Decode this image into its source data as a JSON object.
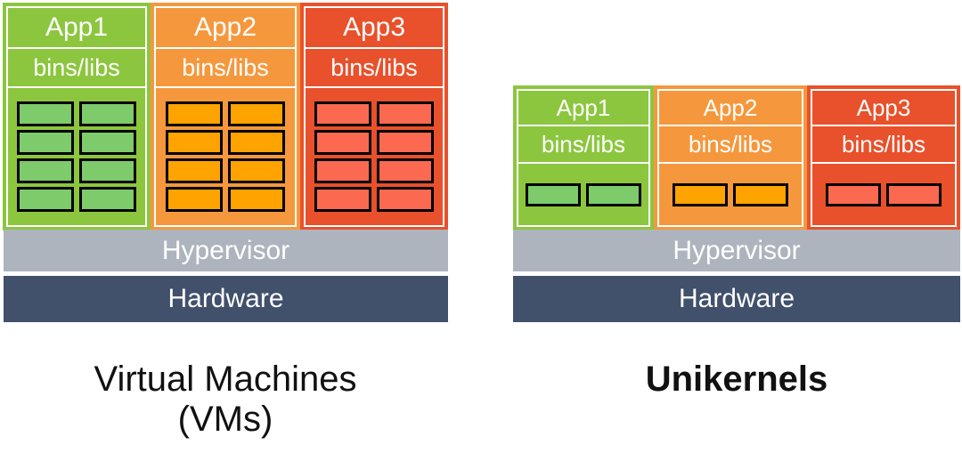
{
  "diagram": {
    "title_hidden": "",
    "colors": {
      "green_outer": "#8CC63F",
      "green_inner": "#7DCB6B",
      "orange_outer": "#F5983D",
      "orange_inner": "#FFA300",
      "red_outer": "#E8512B",
      "red_inner": "#FB6951",
      "hypervisor": "#AEB4BD",
      "hardware": "#41506B",
      "band_divider": "#FFFFFF",
      "cell_border": "#000000",
      "caption_text": "#111111"
    }
  },
  "left": {
    "caption": "Virtual Machines\n(VMs)",
    "columns": [
      {
        "app_label": "App1",
        "libs_label": "bins/libs",
        "outer": "#8CC63F",
        "inner": "#7DCB6B",
        "cell_count": 8
      },
      {
        "app_label": "App2",
        "libs_label": "bins/libs",
        "outer": "#F5983D",
        "inner": "#FFA300",
        "cell_count": 8
      },
      {
        "app_label": "App3",
        "libs_label": "bins/libs",
        "outer": "#E8512B",
        "inner": "#FB6951",
        "cell_count": 8
      }
    ],
    "hypervisor_label": "Hypervisor",
    "hardware_label": "Hardware"
  },
  "right": {
    "caption": "Unikernels",
    "columns": [
      {
        "app_label": "App1",
        "libs_label": "bins/libs",
        "outer": "#8CC63F",
        "inner": "#7DCB6B",
        "cell_count": 2
      },
      {
        "app_label": "App2",
        "libs_label": "bins/libs",
        "outer": "#F5983D",
        "inner": "#FFA300",
        "cell_count": 2
      },
      {
        "app_label": "App3",
        "libs_label": "bins/libs",
        "outer": "#E8512B",
        "inner": "#FB6951",
        "cell_count": 2
      }
    ],
    "hypervisor_label": "Hypervisor",
    "hardware_label": "Hardware"
  }
}
